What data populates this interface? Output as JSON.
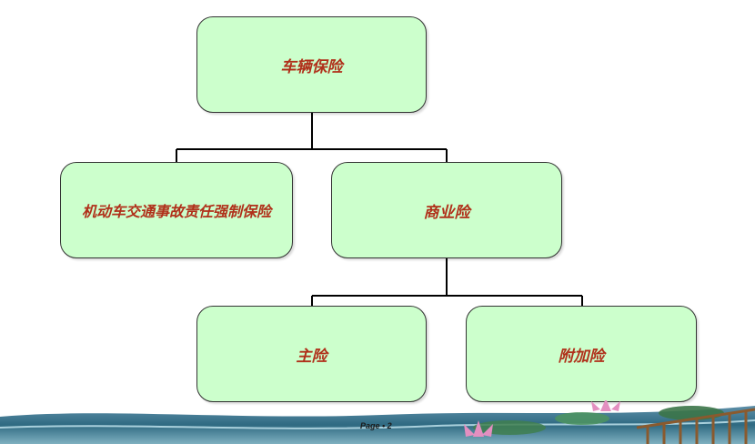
{
  "diagram": {
    "root": "车辆保险",
    "level1": [
      "机动车交通事故责任强制保险",
      "商业险"
    ],
    "level2": [
      "主险",
      "附加险"
    ]
  },
  "footer": {
    "page_label": "Page  • 2"
  },
  "colors": {
    "node_fill": "#ccffcc",
    "node_text": "#b0301a",
    "connector": "#000000"
  }
}
